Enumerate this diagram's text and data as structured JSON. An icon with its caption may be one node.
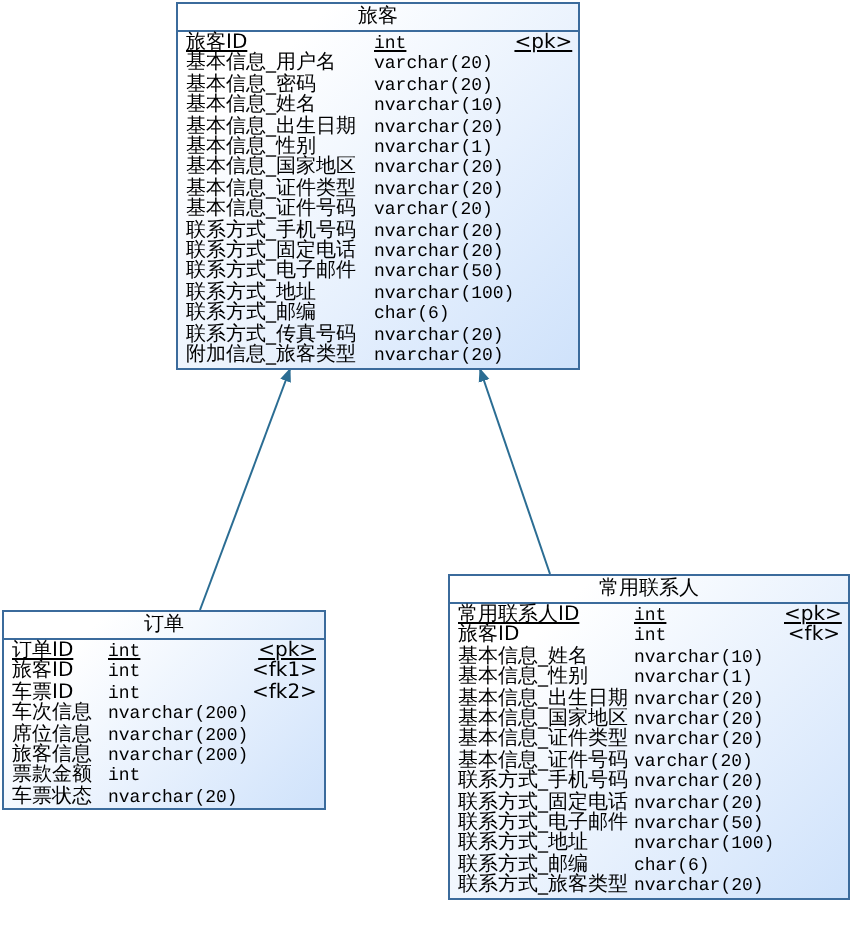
{
  "diagram": {
    "nodes": [
      {
        "text": [
          "旅客",
          "旅客ID",
          "int",
          "<pk>",
          "基本信息_用户名",
          "varchar(20)",
          "基本信息_密码",
          "varchar(20)",
          "基本信息_姓名",
          "nvarchar(10)",
          "基本信息_出生日期",
          "nvarchar(20)",
          "基本信息_性别",
          "nvarchar(1)",
          "基本信息_国家地区",
          "nvarchar(20)",
          "基本信息_证件类型",
          "nvarchar(20)",
          "基本信息_证件号码",
          "varchar(20)",
          "联系方式_手机号码",
          "nvarchar(20)",
          "联系方式_固定电话",
          "nvarchar(20)",
          "联系方式_电子邮件",
          "nvarchar(50)",
          "联系方式_地址",
          "nvarchar(100)",
          "联系方式_邮编",
          "char(6)",
          "联系方式_传真号码",
          "nvarchar(20)",
          "附加信息_旅客类型",
          "nvarchar(20)"
        ]
      },
      {
        "text": [
          "订单",
          "订单ID",
          "int",
          "<pk>",
          "旅客ID",
          "int",
          "<fk1>",
          "车票ID",
          "int",
          "<fk2>",
          "车次信息",
          "nvarchar(200)",
          "席位信息",
          "nvarchar(200)",
          "旅客信息",
          "nvarchar(200)",
          "票款金额",
          "int",
          "车票状态",
          "nvarchar(20)"
        ]
      },
      {
        "text": [
          "常用联系人",
          "常用联系人ID",
          "int",
          "<pk>",
          "旅客ID",
          "int",
          "<fk>",
          "基本信息_姓名",
          "nvarchar(10)",
          "基本信息_性别",
          "nvarchar(1)",
          "基本信息_出生日期",
          "nvarchar(20)",
          "基本信息_国家地区",
          "nvarchar(20)",
          "基本信息_证件类型",
          "nvarchar(20)",
          "基本信息_证件号码",
          "varchar(20)",
          "联系方式_手机号码",
          "nvarchar(20)",
          "联系方式_固定电话",
          "nvarchar(20)",
          "联系方式_电子邮件",
          "nvarchar(50)",
          "联系方式_地址",
          "nvarchar(100)",
          "联系方式_邮编",
          "char(6)",
          "联系方式_旅客类型",
          "nvarchar(20)"
        ]
      }
    ],
    "edges": [
      {
        "from": 1,
        "to": 0,
        "arrow": "to"
      },
      {
        "from": 2,
        "to": 0,
        "arrow": "to"
      }
    ]
  }
}
